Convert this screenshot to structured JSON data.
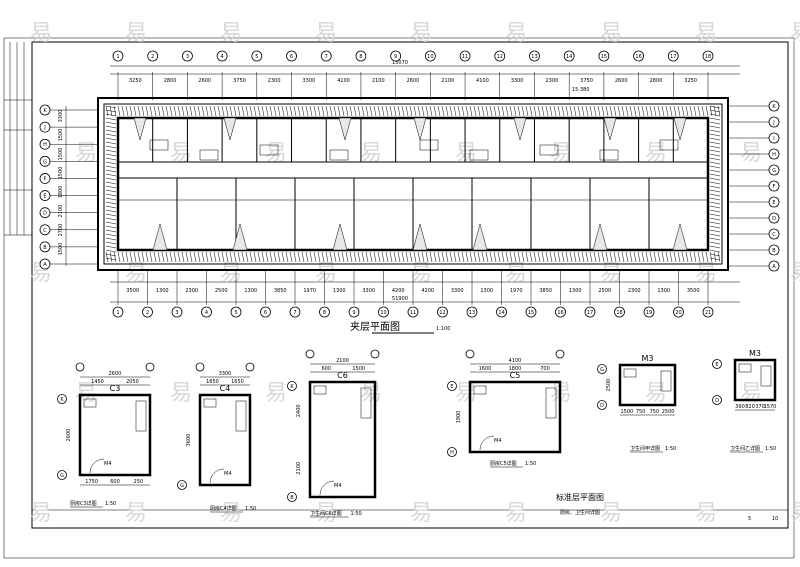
{
  "main_plan": {
    "title": "夹层平面图",
    "scale": "1:100",
    "total_dim_top": "15070",
    "total_dim_bottom": "51900",
    "top_dims": [
      "3250",
      "2800",
      "2600",
      "3750",
      "2300",
      "3300",
      "4100",
      "2100",
      "2600",
      "2100",
      "4100",
      "3300",
      "2300",
      "3750",
      "2600",
      "2800",
      "3250"
    ],
    "bottom_dims": [
      "3500",
      "1300",
      "2300",
      "2500",
      "1300",
      "3850",
      "1970",
      "1300",
      "3300",
      "4200",
      "4200",
      "3300",
      "1300",
      "1970",
      "3850",
      "1300",
      "2500",
      "2300",
      "1300",
      "3500"
    ],
    "left_axes": [
      "K",
      "J",
      "H",
      "G",
      "F",
      "E",
      "D",
      "C",
      "B",
      "A"
    ],
    "right_axes": [
      "K",
      "J",
      "I",
      "H",
      "G",
      "F",
      "E",
      "D",
      "C",
      "B",
      "A"
    ],
    "left_dims": [
      "3300",
      "1500",
      "1500",
      "1500",
      "1800",
      "2100",
      "2700",
      "1500"
    ],
    "note": "15.380"
  },
  "details": [
    {
      "id": "c3",
      "title": "厨房C3详图",
      "scale": "1:50",
      "room": "C3",
      "door": "M4",
      "axis_left": "K",
      "axis_bottom": "G",
      "dims_top": [
        "2600",
        "1450",
        "2050"
      ],
      "dims_bottom": [
        "1750",
        "600",
        "250"
      ],
      "dims_left": [
        "2600"
      ]
    },
    {
      "id": "c4",
      "title": "厨房C4详图",
      "scale": "1:50",
      "room": "C4",
      "door": "M4",
      "axis_left": "",
      "axis_bottom": "G",
      "dims_top": [
        "3300",
        "1650",
        "1650"
      ],
      "dims_bottom": [],
      "dims_left": [
        "3600"
      ]
    },
    {
      "id": "c6",
      "title": "卫生间C6详图",
      "scale": "1:50",
      "room": "C6",
      "door": "M4",
      "axis_left": "K",
      "axis_bottom": "B",
      "dims_top": [
        "2100",
        "600",
        "1500"
      ],
      "dims_bottom": [],
      "dims_left": [
        "2400",
        "2100"
      ]
    },
    {
      "id": "c5",
      "title": "厨房C5详图",
      "scale": "1:50",
      "room": "C5",
      "door": "M4",
      "axis_left": "E",
      "axis_bottom": "H",
      "dims_top": [
        "4100",
        "1600",
        "1800",
        "700"
      ],
      "dims_bottom": [],
      "dims_left": [
        "1900"
      ]
    },
    {
      "id": "wc1",
      "title": "卫生间甲详图",
      "scale": "1:50",
      "room": "M3",
      "door": "",
      "axis_left": "G",
      "axis_bottom": "D",
      "dims_top": [],
      "dims_bottom": [
        "1500",
        "750",
        "750",
        "2500"
      ],
      "dims_left": [
        "2500"
      ]
    },
    {
      "id": "wc2",
      "title": "卫生间乙详图",
      "scale": "1:50",
      "room": "M3",
      "door": "",
      "axis_left": "E",
      "axis_bottom": "D",
      "dims_top": [],
      "dims_bottom": [
        "390",
        "820",
        "370",
        "1570"
      ],
      "dims_left": []
    }
  ],
  "std_plan": {
    "title": "标准层平面图",
    "subtitle": "厨房、卫生间详图"
  },
  "sheet": {
    "num": "5",
    "total": "10"
  },
  "watermark": "易"
}
